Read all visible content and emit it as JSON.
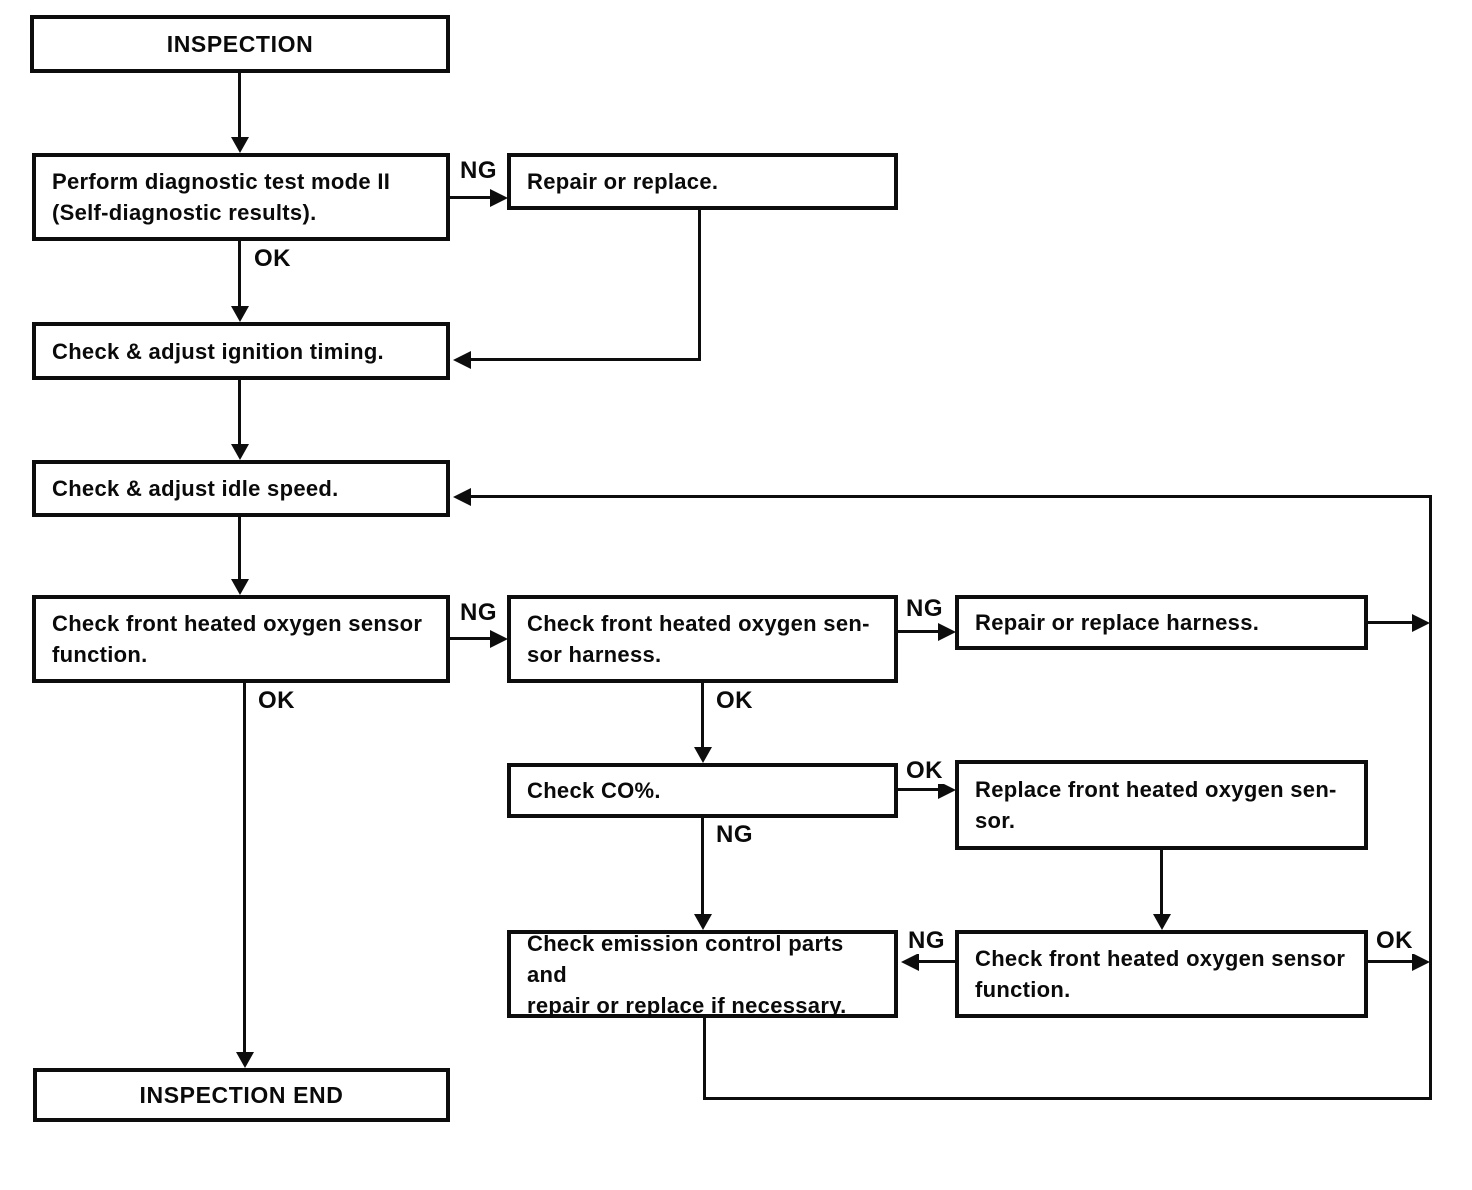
{
  "diagram": {
    "type": "flowchart",
    "labels": {
      "ng": "NG",
      "ok": "OK"
    },
    "nodes": {
      "inspection": {
        "text": "INSPECTION"
      },
      "perform_diag": {
        "text": "Perform diagnostic test mode II\n(Self-diagnostic results)."
      },
      "repair_replace": {
        "text": "Repair or replace."
      },
      "ignition_timing": {
        "text": "Check & adjust ignition timing."
      },
      "idle_speed": {
        "text": "Check & adjust idle speed."
      },
      "o2_function_1": {
        "text": "Check front heated oxygen sensor\nfunction."
      },
      "o2_harness": {
        "text": "Check front heated oxygen sen-\nsor harness."
      },
      "repair_harness": {
        "text": "Repair or replace harness."
      },
      "check_co": {
        "text": "Check CO%."
      },
      "replace_o2": {
        "text": "Replace front heated oxygen sen-\nsor."
      },
      "emission_parts": {
        "text": "Check emission control parts and\nrepair or replace if necessary."
      },
      "o2_function_2": {
        "text": "Check front heated oxygen sensor\nfunction."
      },
      "inspection_end": {
        "text": "INSPECTION END"
      }
    },
    "colors": {
      "line": "#0d0d0d",
      "background": "#ffffff"
    }
  }
}
